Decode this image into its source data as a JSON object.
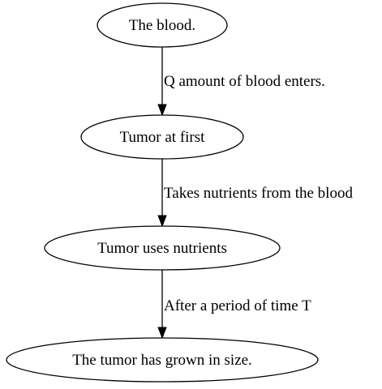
{
  "diagram": {
    "nodes": [
      {
        "id": "n1",
        "label": "The blood."
      },
      {
        "id": "n2",
        "label": "Tumor at first"
      },
      {
        "id": "n3",
        "label": "Tumor uses nutrients"
      },
      {
        "id": "n4",
        "label": "The tumor has grown in size."
      }
    ],
    "edges": [
      {
        "from": "n1",
        "to": "n2",
        "label": "Q amount of blood enters."
      },
      {
        "from": "n2",
        "to": "n3",
        "label": "Takes nutrients from the blood"
      },
      {
        "from": "n3",
        "to": "n4",
        "label": "After a period of time T"
      }
    ]
  }
}
